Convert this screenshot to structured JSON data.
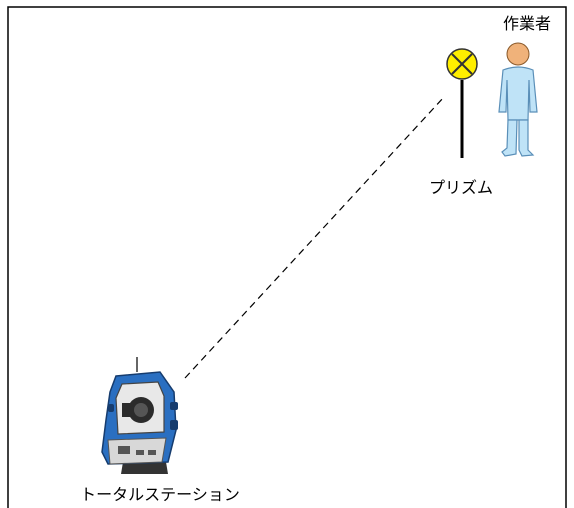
{
  "labels": {
    "worker": "作業者",
    "prism": "プリズム",
    "total_station": "トータルステーション"
  },
  "icons": {
    "worker": "person-icon",
    "prism": "prism-target-icon",
    "total_station": "total-station-icon"
  },
  "colors": {
    "frame": "#000000",
    "prism_fill": "#ffee00",
    "station_blue": "#2a6fc1",
    "worker_body": "#bfe3f7",
    "worker_skin": "#f0b27a"
  }
}
